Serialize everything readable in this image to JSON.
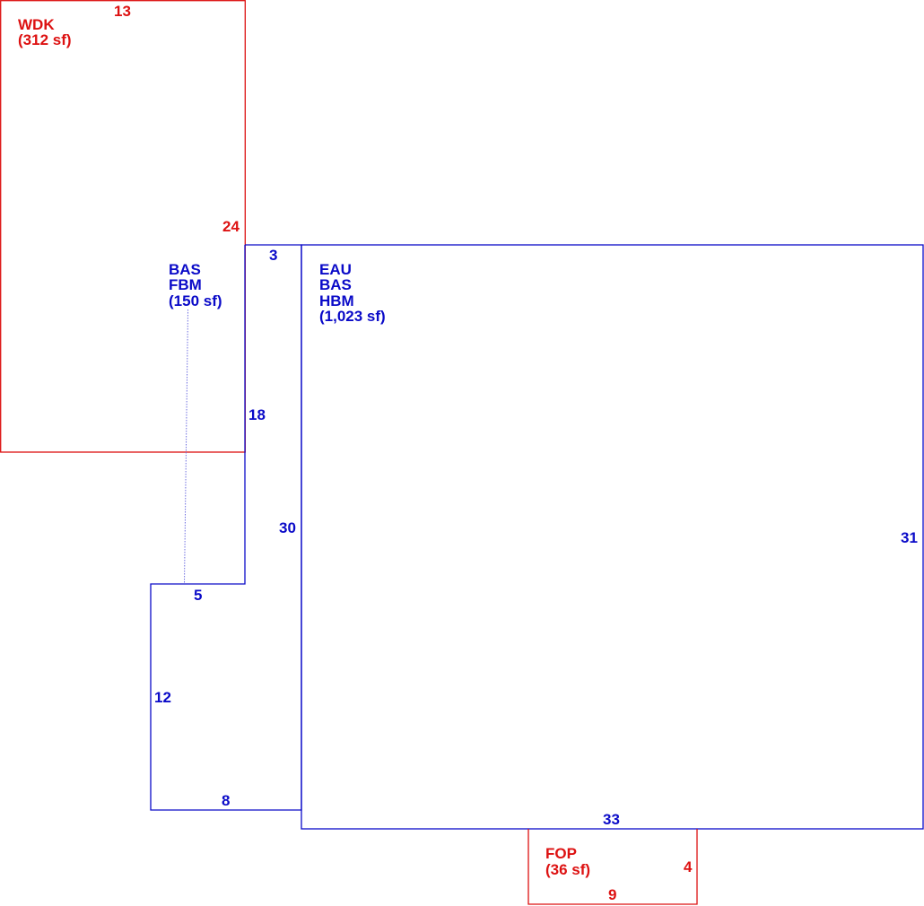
{
  "colors": {
    "blue": "#0a0ac8",
    "red": "#dd1111",
    "dotted": "#6f6fe0"
  },
  "areas": {
    "wdk": {
      "code": "WDK",
      "area": "(312 sf)"
    },
    "bas_fbm": {
      "code1": "BAS",
      "code2": "FBM",
      "area": "(150 sf)"
    },
    "eau_bas_hbm": {
      "code1": "EAU",
      "code2": "BAS",
      "code3": "HBM",
      "area": "(1,023 sf)"
    },
    "fop": {
      "code": "FOP",
      "area": "(36 sf)"
    }
  },
  "dimensions": {
    "wdk_width": "13",
    "wdk_height": "24",
    "bas_top": "3",
    "bas_right": "18",
    "bas_inner_right": "30",
    "bas_notch": "5",
    "bas_left": "12",
    "bas_bottom": "8",
    "main_right": "31",
    "main_bottom": "33",
    "fop_right": "4",
    "fop_bottom": "9"
  }
}
